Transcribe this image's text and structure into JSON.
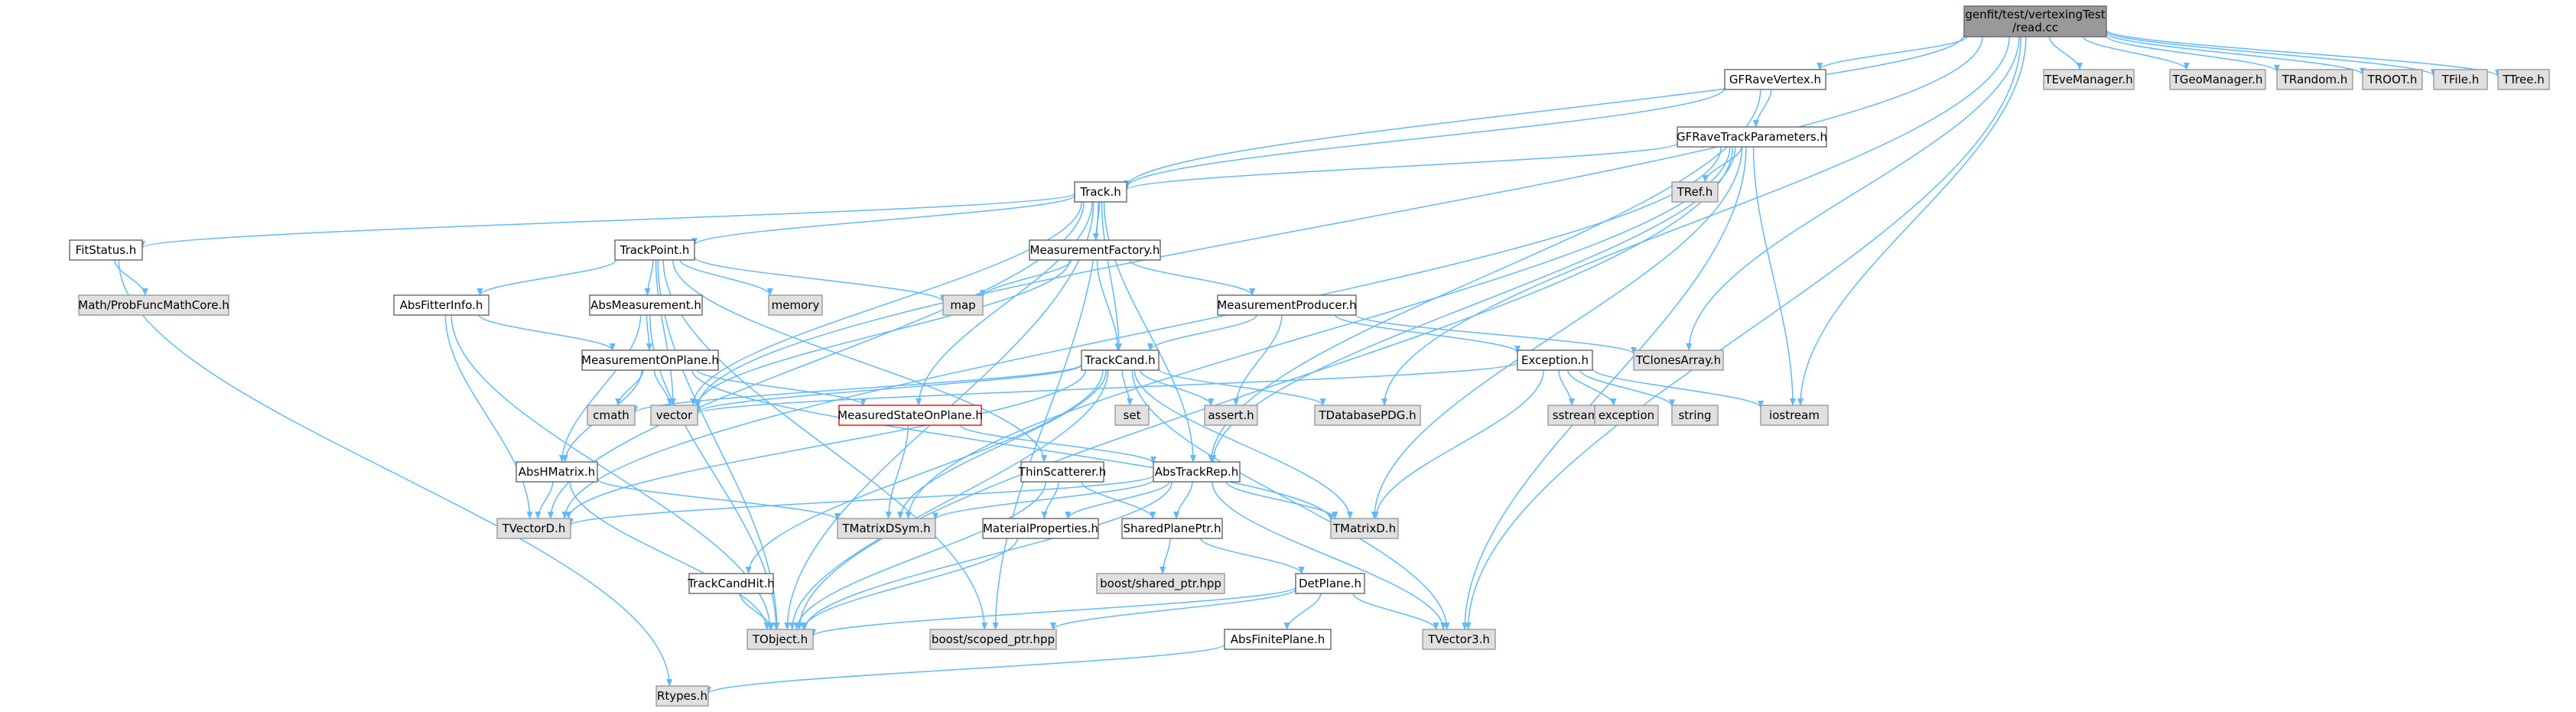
{
  "graph": {
    "colors": {
      "root_fill": "#999999",
      "root_stroke": "#666666",
      "internal_fill": "#ffffff",
      "internal_stroke": "#666666",
      "external_fill": "#e0e0e0",
      "external_stroke": "#999999",
      "truncated_stroke": "#ff0000",
      "edge": "#63b8ff"
    },
    "nodes": [
      {
        "id": "root",
        "lines": [
          "genfit/test/vertexingTest",
          "/read.cc"
        ],
        "kind": "root"
      },
      {
        "id": "gfravevertex",
        "lines": [
          "GFRaveVertex.h"
        ],
        "kind": "internal"
      },
      {
        "id": "teve",
        "lines": [
          "TEveManager.h"
        ],
        "kind": "external"
      },
      {
        "id": "tgeo",
        "lines": [
          "TGeoManager.h"
        ],
        "kind": "external"
      },
      {
        "id": "trandom",
        "lines": [
          "TRandom.h"
        ],
        "kind": "external"
      },
      {
        "id": "troot",
        "lines": [
          "TROOT.h"
        ],
        "kind": "external"
      },
      {
        "id": "tfile",
        "lines": [
          "TFile.h"
        ],
        "kind": "external"
      },
      {
        "id": "ttree",
        "lines": [
          "TTree.h"
        ],
        "kind": "external"
      },
      {
        "id": "gfravetp",
        "lines": [
          "GFRaveTrackParameters.h"
        ],
        "kind": "internal"
      },
      {
        "id": "tref",
        "lines": [
          "TRef.h"
        ],
        "kind": "external"
      },
      {
        "id": "track",
        "lines": [
          "Track.h"
        ],
        "kind": "internal"
      },
      {
        "id": "fitstatus",
        "lines": [
          "FitStatus.h"
        ],
        "kind": "internal"
      },
      {
        "id": "mathprob",
        "lines": [
          "Math/ProbFuncMathCore.h"
        ],
        "kind": "external"
      },
      {
        "id": "trackpoint",
        "lines": [
          "TrackPoint.h"
        ],
        "kind": "internal"
      },
      {
        "id": "measfactory",
        "lines": [
          "MeasurementFactory.h"
        ],
        "kind": "internal"
      },
      {
        "id": "memory",
        "lines": [
          "memory"
        ],
        "kind": "external"
      },
      {
        "id": "map",
        "lines": [
          "map"
        ],
        "kind": "external"
      },
      {
        "id": "absmeas",
        "lines": [
          "AbsMeasurement.h"
        ],
        "kind": "internal"
      },
      {
        "id": "absfitterinfo",
        "lines": [
          "AbsFitterInfo.h"
        ],
        "kind": "internal"
      },
      {
        "id": "measproducer",
        "lines": [
          "MeasurementProducer.h"
        ],
        "kind": "internal"
      },
      {
        "id": "tclones",
        "lines": [
          "TClonesArray.h"
        ],
        "kind": "external"
      },
      {
        "id": "measonplane",
        "lines": [
          "MeasurementOnPlane.h"
        ],
        "kind": "internal"
      },
      {
        "id": "trackcand",
        "lines": [
          "TrackCand.h"
        ],
        "kind": "internal"
      },
      {
        "id": "exception",
        "lines": [
          "Exception.h"
        ],
        "kind": "internal"
      },
      {
        "id": "cmath",
        "lines": [
          "cmath"
        ],
        "kind": "external"
      },
      {
        "id": "vector",
        "lines": [
          "vector"
        ],
        "kind": "external"
      },
      {
        "id": "measstate",
        "lines": [
          "MeasuredStateOnPlane.h"
        ],
        "kind": "truncated"
      },
      {
        "id": "set",
        "lines": [
          "set"
        ],
        "kind": "external"
      },
      {
        "id": "assert",
        "lines": [
          "assert.h"
        ],
        "kind": "external"
      },
      {
        "id": "tdbpdg",
        "lines": [
          "TDatabasePDG.h"
        ],
        "kind": "external"
      },
      {
        "id": "sstream",
        "lines": [
          "sstream"
        ],
        "kind": "external"
      },
      {
        "id": "exceptionstd",
        "lines": [
          "exception"
        ],
        "kind": "external"
      },
      {
        "id": "string",
        "lines": [
          "string"
        ],
        "kind": "external"
      },
      {
        "id": "iostream",
        "lines": [
          "iostream"
        ],
        "kind": "external"
      },
      {
        "id": "abshmatrix",
        "lines": [
          "AbsHMatrix.h"
        ],
        "kind": "internal"
      },
      {
        "id": "thinscatterer",
        "lines": [
          "ThinScatterer.h"
        ],
        "kind": "internal"
      },
      {
        "id": "abstrackrep",
        "lines": [
          "AbsTrackRep.h"
        ],
        "kind": "internal"
      },
      {
        "id": "tvectord",
        "lines": [
          "TVectorD.h"
        ],
        "kind": "external"
      },
      {
        "id": "tmatrixdsym",
        "lines": [
          "TMatrixDSym.h"
        ],
        "kind": "external"
      },
      {
        "id": "matprops",
        "lines": [
          "MaterialProperties.h"
        ],
        "kind": "internal"
      },
      {
        "id": "sharedplane",
        "lines": [
          "SharedPlanePtr.h"
        ],
        "kind": "internal"
      },
      {
        "id": "tmatrixd",
        "lines": [
          "TMatrixD.h"
        ],
        "kind": "external"
      },
      {
        "id": "boostshared",
        "lines": [
          "boost/shared_ptr.hpp"
        ],
        "kind": "external"
      },
      {
        "id": "trackcandhit",
        "lines": [
          "TrackCandHit.h"
        ],
        "kind": "internal"
      },
      {
        "id": "detplane",
        "lines": [
          "DetPlane.h"
        ],
        "kind": "internal"
      },
      {
        "id": "tobject",
        "lines": [
          "TObject.h"
        ],
        "kind": "external"
      },
      {
        "id": "boostscoped",
        "lines": [
          "boost/scoped_ptr.hpp"
        ],
        "kind": "external"
      },
      {
        "id": "tvector3",
        "lines": [
          "TVector3.h"
        ],
        "kind": "external"
      },
      {
        "id": "absfiniteplane",
        "lines": [
          "AbsFinitePlane.h"
        ],
        "kind": "internal"
      },
      {
        "id": "rtypes",
        "lines": [
          "Rtypes.h"
        ],
        "kind": "external"
      }
    ],
    "edges": [
      [
        "root",
        "gfravevertex"
      ],
      [
        "root",
        "teve"
      ],
      [
        "root",
        "tgeo"
      ],
      [
        "root",
        "trandom"
      ],
      [
        "root",
        "troot"
      ],
      [
        "root",
        "tfile"
      ],
      [
        "root",
        "ttree"
      ],
      [
        "root",
        "track"
      ],
      [
        "root",
        "vector"
      ],
      [
        "root",
        "iostream"
      ],
      [
        "root",
        "tvector3"
      ],
      [
        "root",
        "tclones"
      ],
      [
        "root",
        "tdbpdg"
      ],
      [
        "gfravevertex",
        "gfravetp"
      ],
      [
        "gfravevertex",
        "track"
      ],
      [
        "gfravevertex",
        "abstrackrep"
      ],
      [
        "gfravetp",
        "tref"
      ],
      [
        "gfravetp",
        "track"
      ],
      [
        "gfravetp",
        "abstrackrep"
      ],
      [
        "gfravetp",
        "tvector3"
      ],
      [
        "gfravetp",
        "tmatrixdsym"
      ],
      [
        "gfravetp",
        "tvectord"
      ],
      [
        "gfravetp",
        "iostream"
      ],
      [
        "gfravetp",
        "tobject"
      ],
      [
        "gfravetp",
        "tmatrixd"
      ],
      [
        "track",
        "fitstatus"
      ],
      [
        "track",
        "trackpoint"
      ],
      [
        "track",
        "measfactory"
      ],
      [
        "track",
        "trackcand"
      ],
      [
        "track",
        "abstrackrep"
      ],
      [
        "track",
        "tobject"
      ],
      [
        "track",
        "vector"
      ],
      [
        "track",
        "tvectord"
      ],
      [
        "track",
        "measstate"
      ],
      [
        "track",
        "boostscoped"
      ],
      [
        "fitstatus",
        "mathprob"
      ],
      [
        "fitstatus",
        "rtypes"
      ],
      [
        "trackpoint",
        "absmeas"
      ],
      [
        "trackpoint",
        "absfitterinfo"
      ],
      [
        "trackpoint",
        "thinscatterer"
      ],
      [
        "trackpoint",
        "memory"
      ],
      [
        "trackpoint",
        "map"
      ],
      [
        "trackpoint",
        "tobject"
      ],
      [
        "trackpoint",
        "vector"
      ],
      [
        "trackpoint",
        "boostscoped"
      ],
      [
        "measfactory",
        "measproducer"
      ],
      [
        "measfactory",
        "trackcand"
      ],
      [
        "measfactory",
        "map"
      ],
      [
        "measfactory",
        "vector"
      ],
      [
        "absmeas",
        "measonplane"
      ],
      [
        "absmeas",
        "abshmatrix"
      ],
      [
        "absmeas",
        "tobject"
      ],
      [
        "absfitterinfo",
        "measonplane"
      ],
      [
        "absfitterinfo",
        "tvectord"
      ],
      [
        "absfitterinfo",
        "tobject"
      ],
      [
        "measproducer",
        "trackcand"
      ],
      [
        "measproducer",
        "exception"
      ],
      [
        "measproducer",
        "tclones"
      ],
      [
        "measproducer",
        "assert"
      ],
      [
        "measonplane",
        "measstate"
      ],
      [
        "measonplane",
        "abshmatrix"
      ],
      [
        "measonplane",
        "cmath"
      ],
      [
        "measonplane",
        "vector"
      ],
      [
        "measonplane",
        "tmatrixd"
      ],
      [
        "trackcand",
        "trackcandhit"
      ],
      [
        "trackcand",
        "set"
      ],
      [
        "trackcand",
        "assert"
      ],
      [
        "trackcand",
        "tdbpdg"
      ],
      [
        "trackcand",
        "vector"
      ],
      [
        "trackcand",
        "cmath"
      ],
      [
        "trackcand",
        "tvectord"
      ],
      [
        "trackcand",
        "tmatrixdsym"
      ],
      [
        "trackcand",
        "tmatrixd"
      ],
      [
        "trackcand",
        "tvector3"
      ],
      [
        "trackcand",
        "tobject"
      ],
      [
        "exception",
        "sstream"
      ],
      [
        "exception",
        "exceptionstd"
      ],
      [
        "exception",
        "string"
      ],
      [
        "exception",
        "iostream"
      ],
      [
        "exception",
        "vector"
      ],
      [
        "exception",
        "tmatrixd"
      ],
      [
        "measstate",
        "abstrackrep"
      ],
      [
        "measstate",
        "tmatrixdsym"
      ],
      [
        "abshmatrix",
        "tvectord"
      ],
      [
        "abshmatrix",
        "tmatrixdsym"
      ],
      [
        "abshmatrix",
        "tobject"
      ],
      [
        "thinscatterer",
        "matprops"
      ],
      [
        "thinscatterer",
        "sharedplane"
      ],
      [
        "thinscatterer",
        "tobject"
      ],
      [
        "abstrackrep",
        "sharedplane"
      ],
      [
        "abstrackrep",
        "matprops"
      ],
      [
        "abstrackrep",
        "tvectord"
      ],
      [
        "abstrackrep",
        "tmatrixdsym"
      ],
      [
        "abstrackrep",
        "tmatrixd"
      ],
      [
        "abstrackrep",
        "tvector3"
      ],
      [
        "abstrackrep",
        "tobject"
      ],
      [
        "matprops",
        "tobject"
      ],
      [
        "sharedplane",
        "boostshared"
      ],
      [
        "sharedplane",
        "detplane"
      ],
      [
        "trackcandhit",
        "tobject"
      ],
      [
        "detplane",
        "absfiniteplane"
      ],
      [
        "detplane",
        "tobject"
      ],
      [
        "detplane",
        "tvector3"
      ],
      [
        "detplane",
        "boostscoped"
      ],
      [
        "absfiniteplane",
        "rtypes"
      ]
    ]
  }
}
